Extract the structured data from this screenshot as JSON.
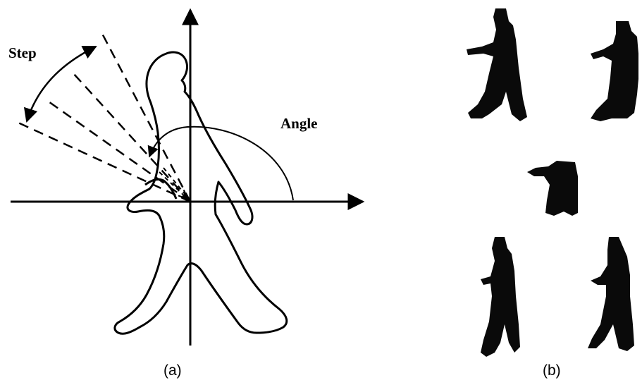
{
  "figure": {
    "panel_a": {
      "caption": "(a)",
      "step_label": "Step",
      "angle_label": "Angle"
    },
    "panel_b": {
      "caption": "(b)"
    }
  }
}
